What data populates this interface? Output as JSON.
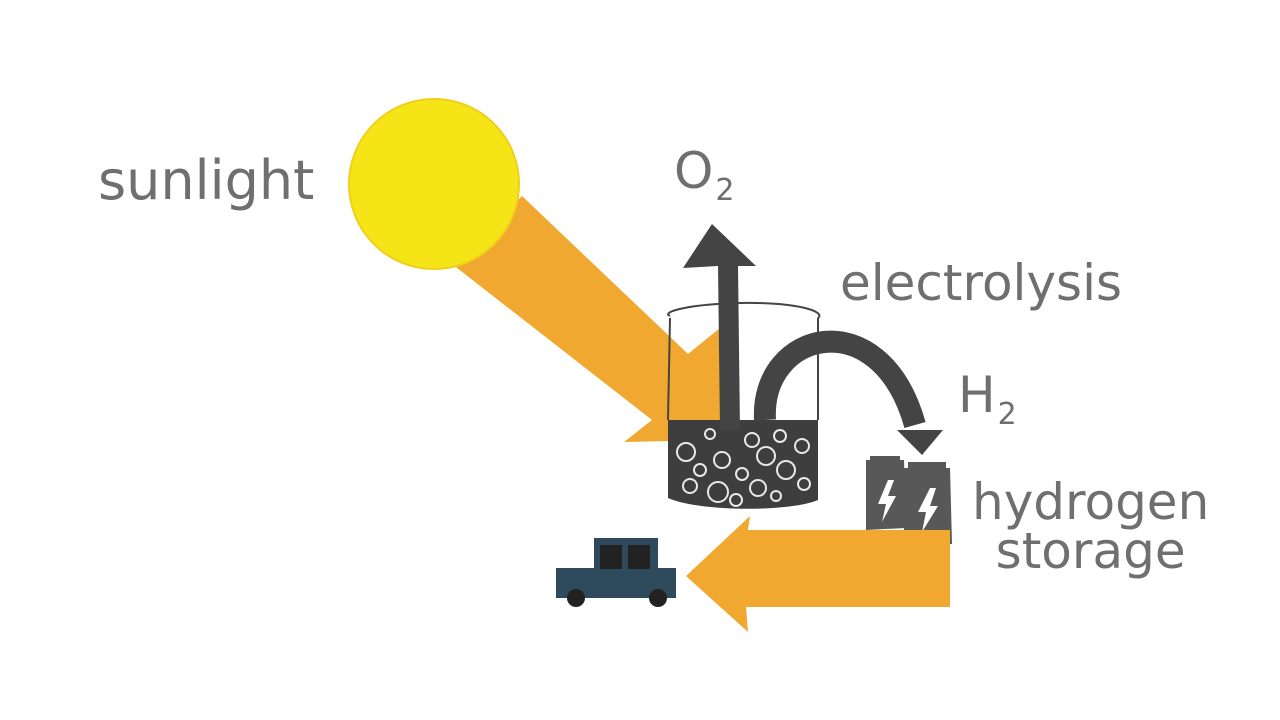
{
  "labels": {
    "sunlight": "sunlight",
    "electrolysis": "electrolysis",
    "storage_line1": "hydrogen",
    "storage_line2": "storage"
  },
  "chemicals": {
    "oxygen_symbol": "O",
    "oxygen_subscript": "2",
    "hydrogen_symbol": "H",
    "hydrogen_subscript": "2"
  },
  "colors": {
    "sun": "#f5e516",
    "sun_outline": "#f0cf1a",
    "energy_arrow": "#f0a830",
    "dark_arrow": "#444444",
    "battery": "#555555",
    "car": "#2f4a5c",
    "text": "#6f6f6f"
  },
  "icons": [
    "sun-icon",
    "beaker-icon",
    "bubbles-icon",
    "battery-icon",
    "lightning-icon",
    "car-icon"
  ]
}
